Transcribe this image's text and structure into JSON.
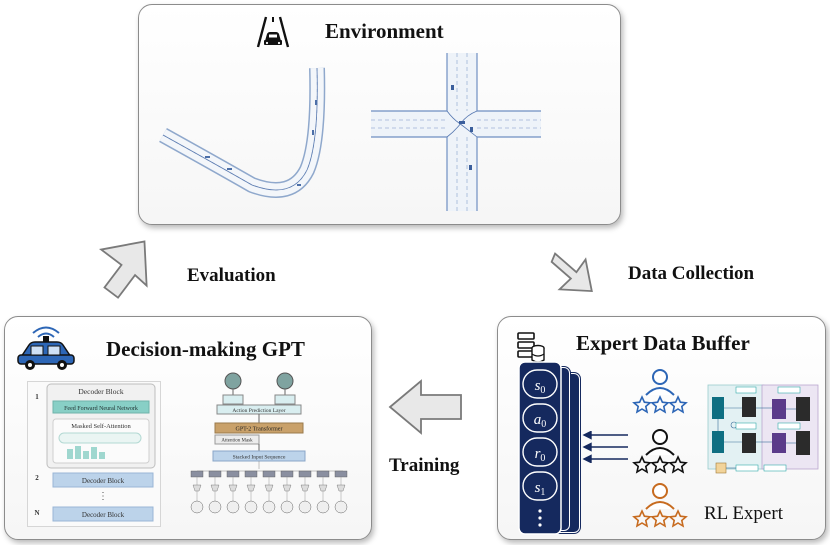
{
  "environment": {
    "title": "Environment"
  },
  "decision_gpt": {
    "title": "Decision-making GPT"
  },
  "expert_buffer": {
    "title": "Expert Data Buffer"
  },
  "edges": {
    "evaluation": "Evaluation",
    "data_collection": "Data Collection",
    "training": "Training"
  },
  "decoder": {
    "block_title": "Decoder Block",
    "ffn": "Feed Forward Neural Network",
    "attn": "Masked Self-Attention",
    "row_index_1": "1",
    "row_index_2": "2",
    "row_index_n": "N",
    "block_2": "Decoder Block",
    "block_n": "Decoder Block",
    "dots": "⋮"
  },
  "gpt_stack": {
    "action_layer": "Action Prediction Layer",
    "transformer": "GPT-2 Transformer",
    "mask": "Attention Mask",
    "input_seq": "Stacked Input Sequence"
  },
  "buffer": {
    "tokens": [
      "s0",
      "a0",
      "r0",
      "s1"
    ],
    "rl_expert": "RL Expert"
  },
  "colors": {
    "teal": "#88cfc6",
    "gold": "#c9a16a",
    "light_blue": "#bcd3ea",
    "navy": "#15295e",
    "expert_blue": "#2d66b6",
    "expert_black": "#111111",
    "expert_orange": "#c76b1f"
  },
  "icons": [
    "road-icon",
    "autonomous-car-icon",
    "database-icon",
    "expert-user-icon",
    "block-arrow-icon"
  ]
}
